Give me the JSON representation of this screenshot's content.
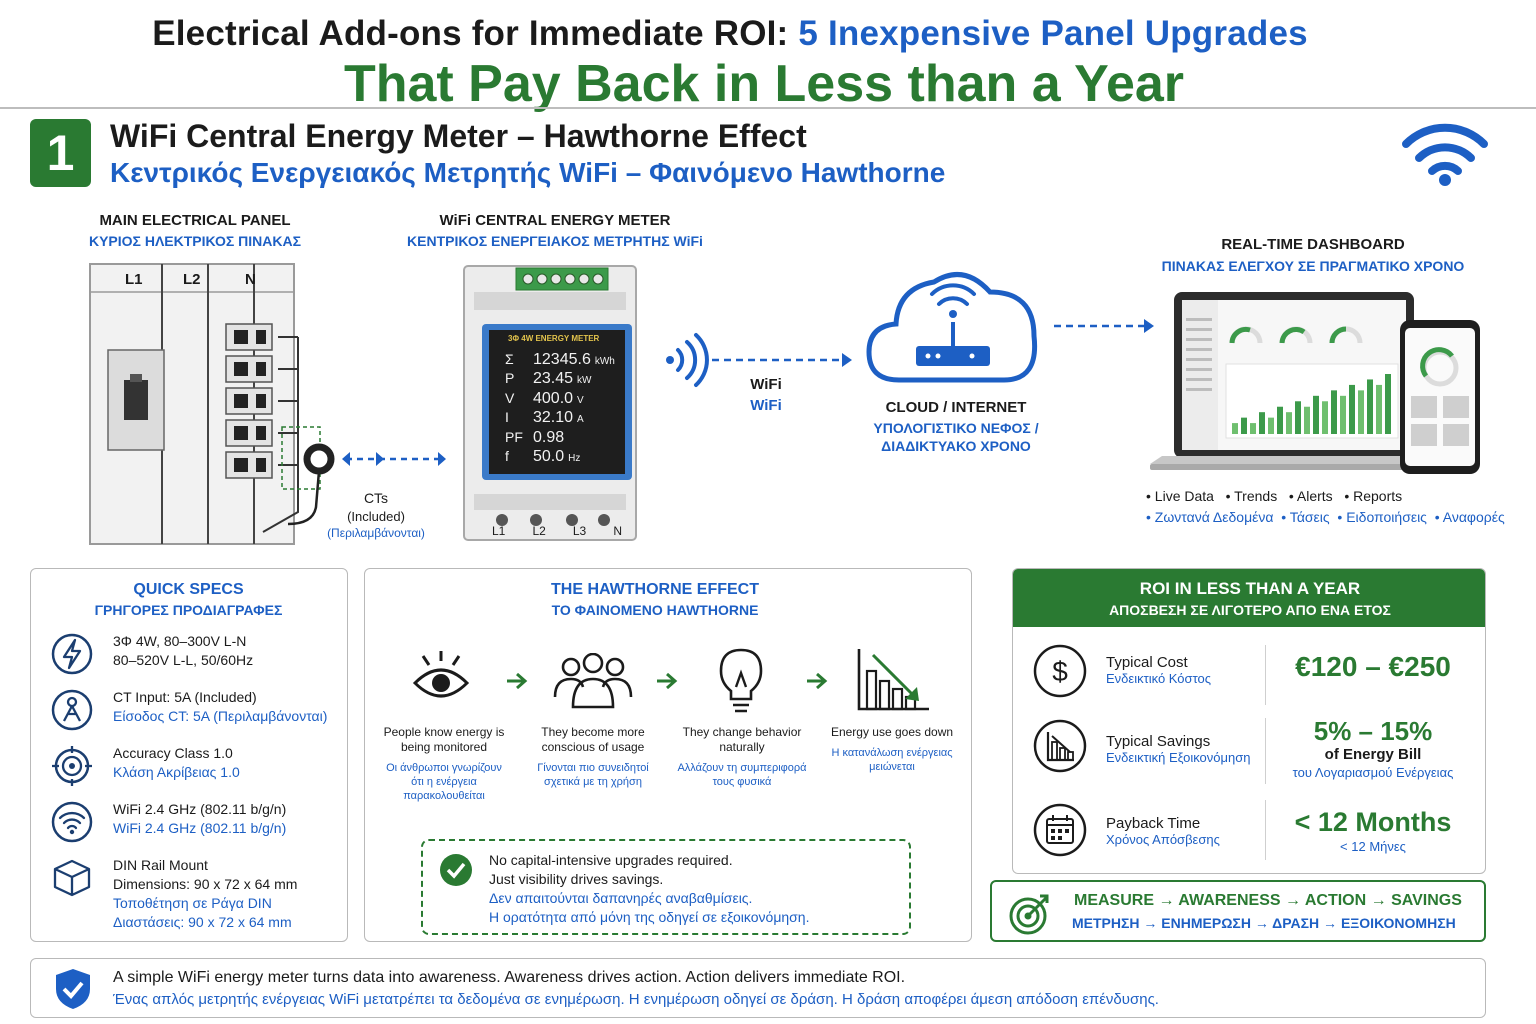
{
  "header": {
    "title_black": "Electrical Add-ons for Immediate ROI:",
    "title_blue": "5 Inexpensive Panel Upgrades",
    "title_green": "That Pay Back in Less than a Year"
  },
  "section": {
    "number": "1",
    "title": "WiFi Central Energy Meter – Hawthorne Effect",
    "title_gr": "Κεντρικός Ενεργειακός Μετρητής WiFi – Φαινόμενο Hawthorne"
  },
  "diagram": {
    "panel_title": "MAIN ELECTRICAL PANEL",
    "panel_title_gr": "ΚΥΡΙΟΣ ΗΛΕΚΤΡΙΚΟΣ ΠΙΝΑΚΑΣ",
    "panel_phases": [
      "L1",
      "L2",
      "N"
    ],
    "cts_label": "CTs",
    "cts_included": "(Included)",
    "cts_included_gr": "(Περιλαμβάνονται)",
    "meter_title": "WiFi CENTRAL ENERGY METER",
    "meter_title_gr": "ΚΕΝΤΡΙΚΟΣ ΕΝΕΡΓΕΙΑΚΟΣ ΜΕΤΡΗΤΗΣ WiFi",
    "meter_screen_header": "3Φ 4W ENERGY METER",
    "meter_readings": [
      {
        "sym": "Σ",
        "val": "12345.6",
        "unit": "kWh"
      },
      {
        "sym": "P",
        "val": "23.45",
        "unit": "kW"
      },
      {
        "sym": "V",
        "val": "400.0",
        "unit": "V"
      },
      {
        "sym": "I",
        "val": "32.10",
        "unit": "A"
      },
      {
        "sym": "PF",
        "val": "0.98",
        "unit": ""
      },
      {
        "sym": "f",
        "val": "50.0",
        "unit": "Hz"
      }
    ],
    "meter_terminals": [
      "L1",
      "L2",
      "L3",
      "N"
    ],
    "wifi_label": "WiFi",
    "wifi_label_gr": "WiFi",
    "cloud_label": "CLOUD / INTERNET",
    "cloud_label_gr1": "ΥΠΟΛΟΓΙΣΤΙΚΟ ΝΕΦΟΣ /",
    "cloud_label_gr2": "ΔΙΑΔΙΚΤΥΑΚΟ ΧΡΟΝΟ",
    "dashboard_title": "REAL-TIME DASHBOARD",
    "dashboard_title_gr": "ΠΙΝΑΚΑΣ ΕΛΕΓΧΟΥ ΣΕ ΠΡΑΓΜΑΤΙΚΟ ΧΡΟΝΟ",
    "dashboard_features": "• Live Data   • Trends   • Alerts   • Reports",
    "dashboard_features_gr": "• Ζωντανά Δεδομένα  • Τάσεις  • Ειδοποιήσεις  • Αναφορές",
    "bar_values": [
      2,
      3,
      2,
      4,
      3,
      5,
      4,
      6,
      5,
      7,
      6,
      8,
      7,
      9,
      8,
      10,
      9,
      11
    ]
  },
  "specs": {
    "title": "QUICK SPECS",
    "title_gr": "ΓΡΗΓΟΡΕΣ ΠΡΟΔΙΑΓΡΑΦΕΣ",
    "rows": [
      {
        "icon": "lightning-icon",
        "l1": "3Φ 4W, 80–300V L-N",
        "l2": "80–520V L-L, 50/60Hz",
        "l3": "",
        "l4": ""
      },
      {
        "icon": "ct-clamp-icon",
        "l1": "CT Input: 5A (Included)",
        "l2": "Είσοδος CT: 5A (Περιλαμβάνονται)",
        "l3": "",
        "l4": ""
      },
      {
        "icon": "target-icon",
        "l1": "Accuracy Class 1.0",
        "l2": "Κλάση Ακρίβειας 1.0",
        "l3": "",
        "l4": ""
      },
      {
        "icon": "wifi-icon",
        "l1": "WiFi 2.4 GHz (802.11 b/g/n)",
        "l2": "WiFi 2.4 GHz (802.11 b/g/n)",
        "l3": "",
        "l4": ""
      },
      {
        "icon": "box-icon",
        "l1": "DIN Rail Mount",
        "l2": "Dimensions: 90 x 72 x 64 mm",
        "l3": "Τοποθέτηση σε Ράγα DIN",
        "l4": "Διαστάσεις: 90 x 72 x 64 mm"
      }
    ]
  },
  "hawthorne": {
    "title": "THE HAWTHORNE EFFECT",
    "title_gr": "ΤΟ ΦΑΙΝΟΜΕΝΟ HAWTHORNE",
    "steps": [
      {
        "en": "People know energy is being monitored",
        "gr": "Οι άνθρωποι γνωρίζουν ότι η ενέργεια παρακολουθείται"
      },
      {
        "en": "They become more conscious of usage",
        "gr": "Γίνονται πιο συνειδητοί σχετικά με τη χρήση"
      },
      {
        "en": "They change behavior naturally",
        "gr": "Αλλάζουν τη συμπεριφορά τους φυσικά"
      },
      {
        "en": "Energy use goes down",
        "gr": "Η κατανάλωση ενέργειας μειώνεται"
      }
    ],
    "note_en1": "No capital-intensive upgrades required.",
    "note_en2": "Just visibility drives savings.",
    "note_gr1": "Δεν απαιτούνται δαπανηρές αναβαθμίσεις.",
    "note_gr2": "Η ορατότητα από μόνη της οδηγεί σε εξοικονόμηση."
  },
  "roi": {
    "title": "ROI IN LESS THAN A YEAR",
    "title_gr": "ΑΠΟΣΒΕΣΗ ΣΕ ΛΙΓΟΤΕΡΟ ΑΠΟ ΕΝΑ ΕΤΟΣ",
    "cost_label": "Typical Cost",
    "cost_label_gr": "Ενδεικτικό Κόστος",
    "cost_value": "€120 – €250",
    "savings_label": "Typical Savings",
    "savings_label_gr": "Ενδεικτική Εξοικονόμηση",
    "savings_value": "5% – 15%",
    "savings_sub": "of Energy Bill",
    "savings_sub_gr": "του Λογαριασμού Ενέργειας",
    "payback_label": "Payback Time",
    "payback_label_gr": "Χρόνος Απόσβεσης",
    "payback_value": "< 12 Months",
    "payback_value_gr": "< 12 Μήνες",
    "chain": "MEASURE → AWARENESS → ACTION → SAVINGS",
    "chain_gr": "ΜΕΤΡΗΣΗ → ΕΝΗΜΕΡΩΣΗ → ΔΡΑΣΗ → ΕΞΟΙΚΟΝΟΜΗΣΗ"
  },
  "footer": {
    "en": "A simple WiFi energy meter turns data into awareness. Awareness drives action. Action delivers immediate ROI.",
    "gr": "Ένας απλός μετρητής ενέργειας WiFi μετατρέπει τα δεδομένα σε ενημέρωση. Η ενημέρωση οδηγεί σε δράση. Η δράση αποφέρει άμεση απόδοση επένδυσης."
  },
  "colors": {
    "green": "#2a7a32",
    "blue": "#1d5fc4",
    "dark": "#1b1b1b"
  }
}
